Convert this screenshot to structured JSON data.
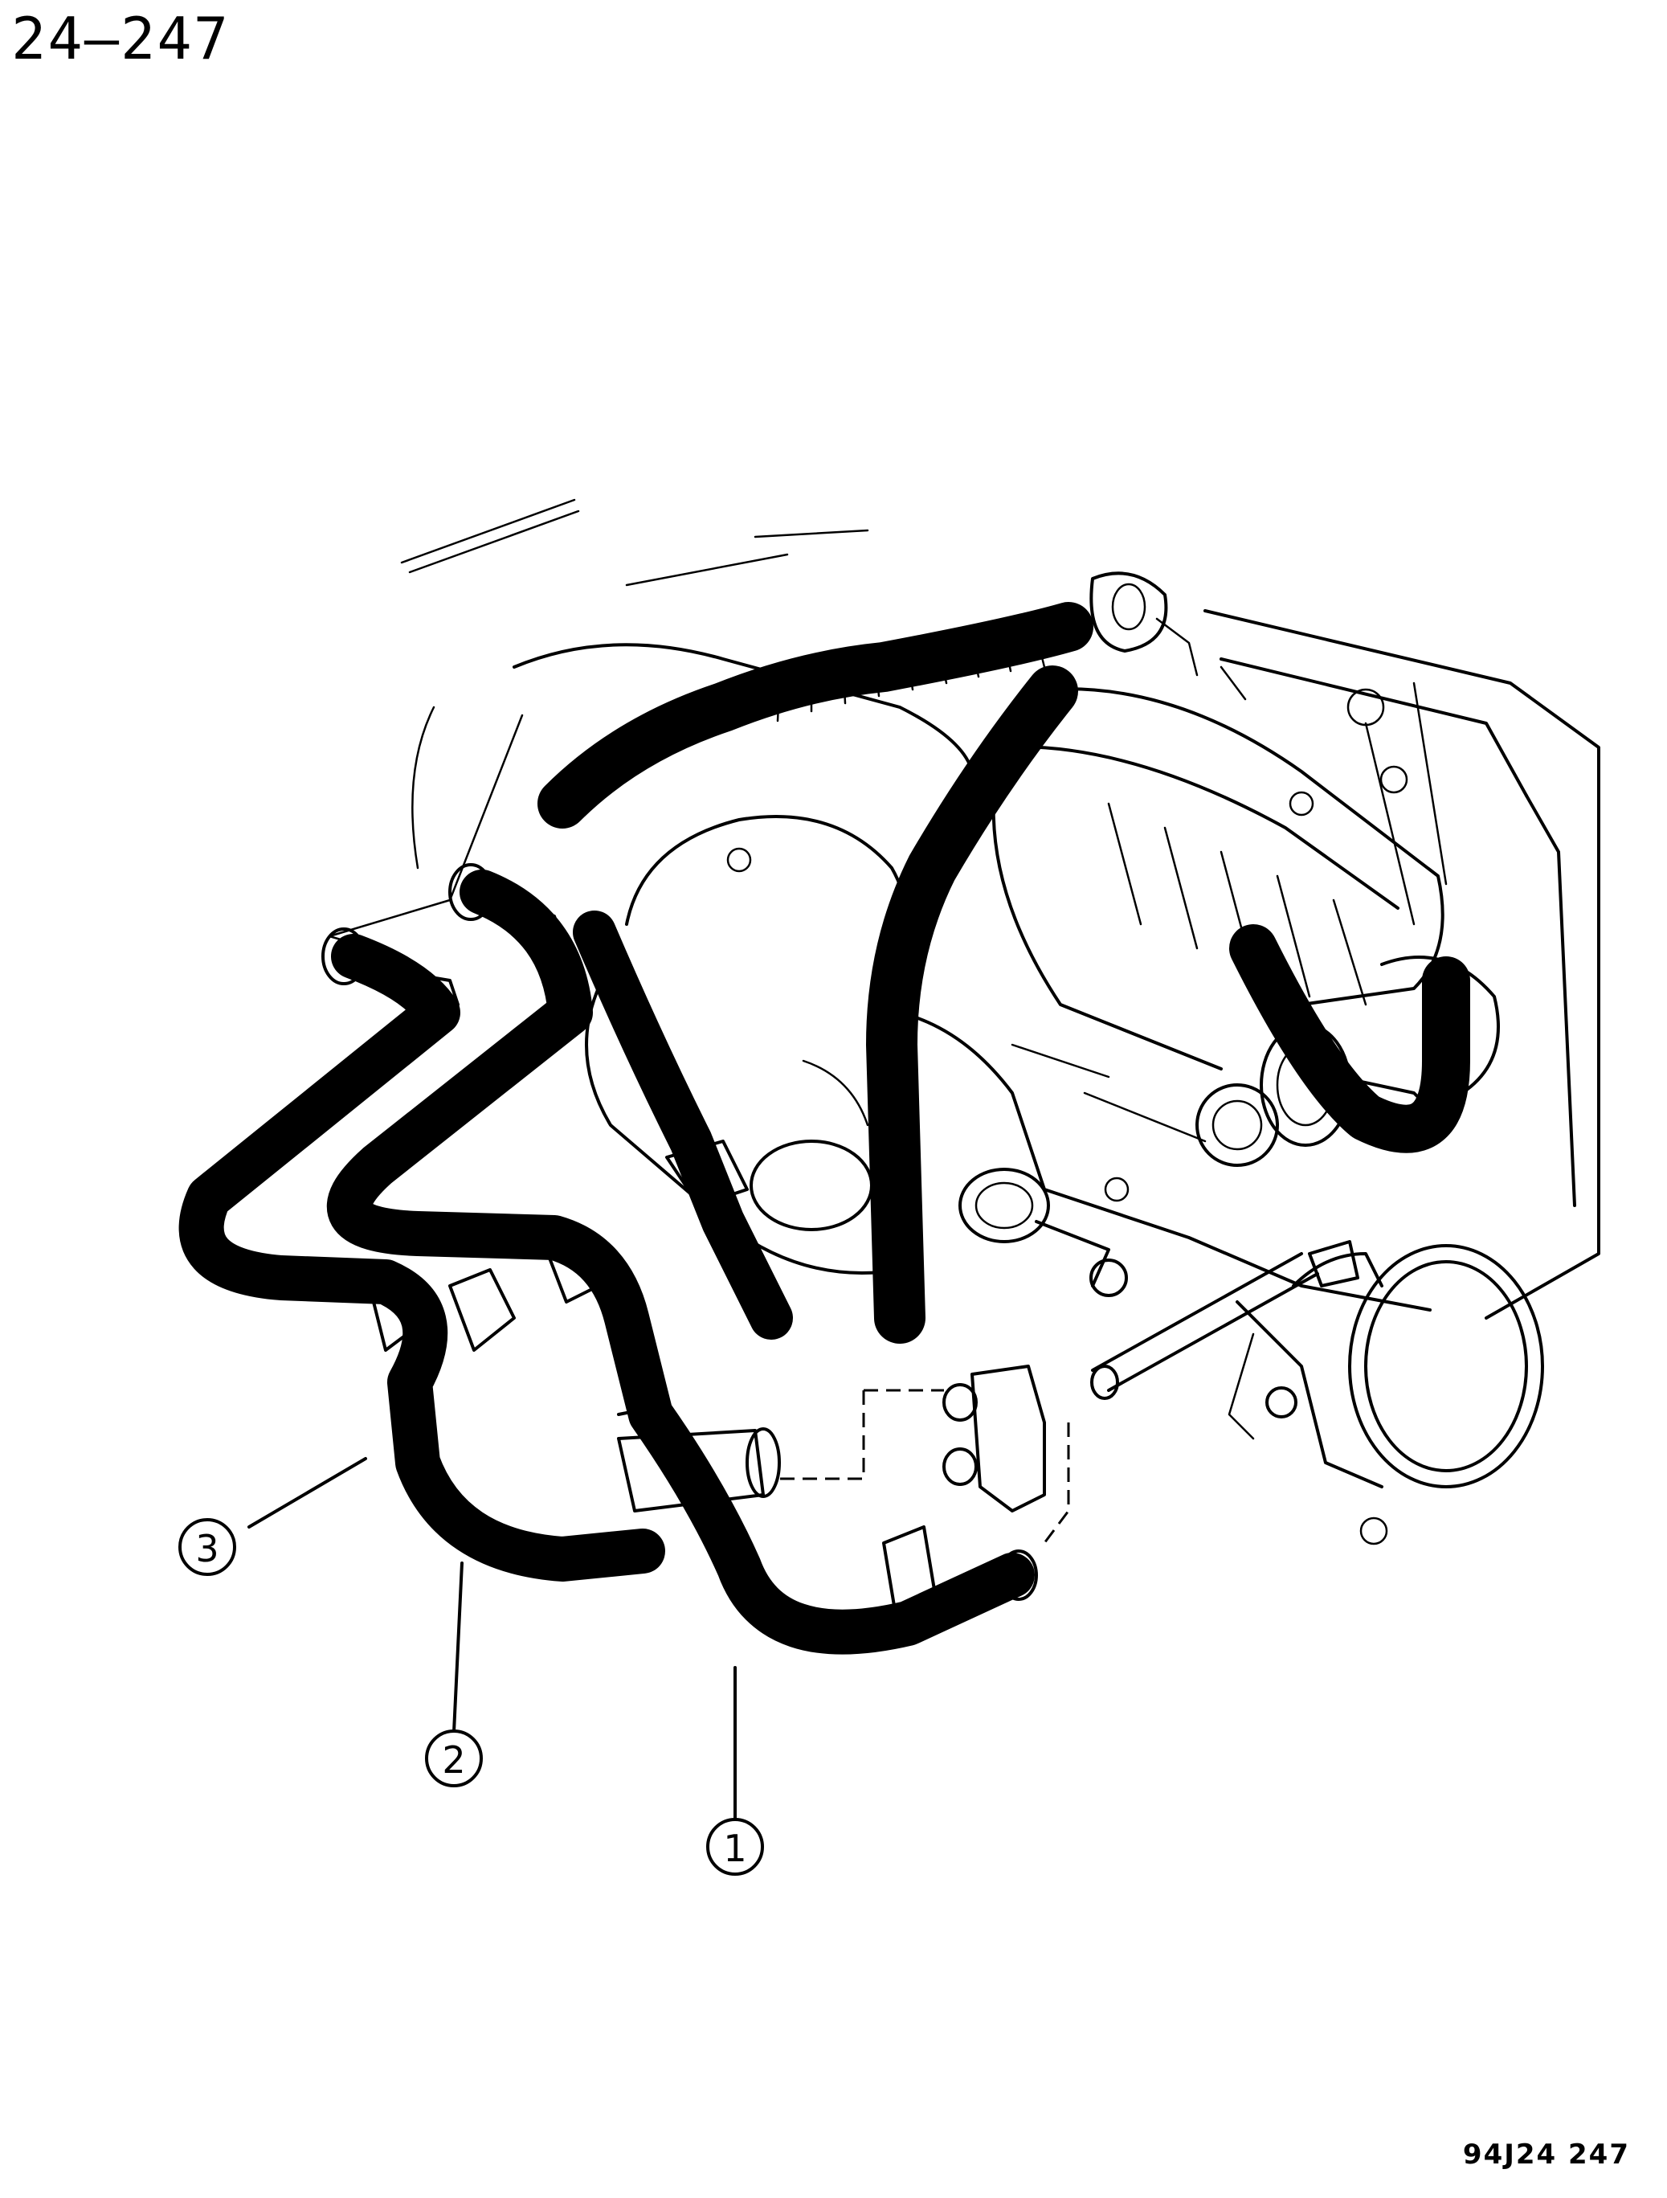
{
  "header": {
    "page_number": "24–247"
  },
  "footer": {
    "figure_code": "94J24 247"
  },
  "callouts": [
    {
      "id": "1",
      "label": "1"
    },
    {
      "id": "2",
      "label": "2"
    },
    {
      "id": "3",
      "label": "3"
    }
  ]
}
